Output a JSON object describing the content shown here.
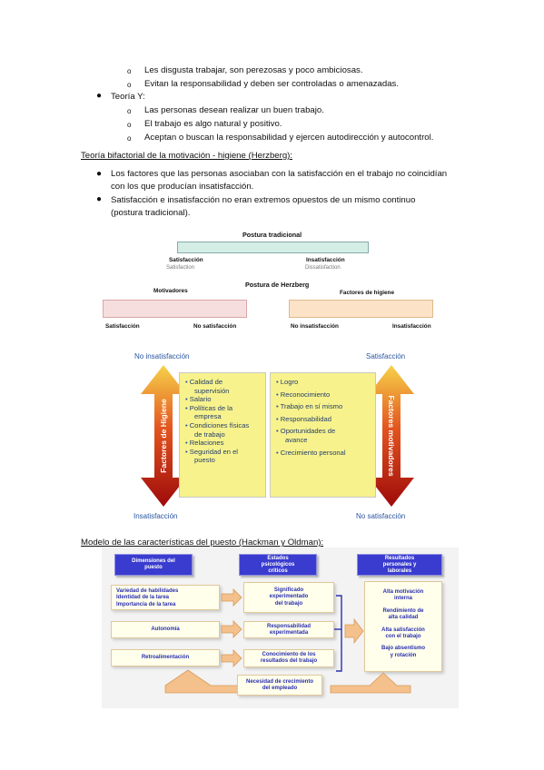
{
  "theory_x_bullets": [
    "Les disgusta trabajar, son perezosas y poco ambiciosas.",
    "Evitan la responsabilidad y deben ser controladas o amenazadas."
  ],
  "theory_y": {
    "label": "Teoría Y:",
    "items": [
      "Las personas desean realizar un buen trabajo.",
      "El trabajo es algo natural y positivo.",
      "Aceptan o buscan la responsabilidad y ejercen autodirección y autocontrol."
    ]
  },
  "herzberg_section": {
    "heading": "Teoría bifactorial de la motivación - higiene (Herzberg):",
    "bullets": [
      [
        "Los factores que las personas asociaban con la satisfacción en el trabajo no coincidían",
        "con los que producían insatisfacción."
      ],
      [
        "Satisfacción e insatisfacción no eran extremos opuestos de un mismo continuo",
        "(postura tradicional)."
      ]
    ]
  },
  "herzberg_diagram": {
    "traditional_title": "Postura tradicional",
    "trad_left": "Satisfacción",
    "trad_left_sub": "Satisfaction",
    "trad_right": "Insatisfacción",
    "trad_right_sub": "Dissatisfaction",
    "herzberg_title": "Postura de Herzberg",
    "motivators_title": "Motivadores",
    "hygiene_title": "Factores de higiene",
    "mot_left": "Satisfacción",
    "mot_right": "No satisfacción",
    "hyg_left": "No insatisfacción",
    "hyg_right": "Insatisfacción",
    "colors": {
      "traditional": "#d4eee6",
      "motivators": "#f7dede",
      "hygiene": "#fce3c7"
    }
  },
  "factors_diagram": {
    "top_left": "No insatisfacción",
    "top_right": "Satisfacción",
    "bottom_left": "Insatisfacción",
    "bottom_right": "No satisfacción",
    "left_vertical": "Factores de Higiene",
    "right_vertical": "Factores motivadores",
    "hygiene_items": [
      [
        "Calidad de",
        "supervisión"
      ],
      [
        "Salario"
      ],
      [
        "Políticas de la",
        "empresa"
      ],
      [
        "Condiciones físicas",
        "de trabajo"
      ],
      [
        "Relaciones"
      ],
      [
        "Seguridad en el",
        "puesto"
      ]
    ],
    "motivator_items": [
      [
        "Logro"
      ],
      [
        "Reconocimiento"
      ],
      [
        "Trabajo en sí mismo"
      ],
      [
        "Responsabilidad"
      ],
      [
        "Oportunidades de",
        "avance"
      ],
      [
        "Crecimiento personal"
      ]
    ]
  },
  "hackman_section": {
    "heading": "Modelo de las características del puesto (Hackman y Oldman):",
    "col_heads": [
      [
        "Dimensiones del",
        "puesto"
      ],
      [
        "Estados",
        "psicológicos",
        "críticos"
      ],
      [
        "Resultados",
        "personales y",
        "laborales"
      ]
    ],
    "dim_box1": [
      "Variedad de habilidades",
      "Identidad de la tarea",
      "Importancia de la tarea"
    ],
    "dim_box2": [
      "Autonomía"
    ],
    "dim_box3": [
      "Retroalimentación"
    ],
    "state_box1": [
      "Significado",
      "experimentado",
      "del trabajo"
    ],
    "state_box2": [
      "Responsabilidad",
      "experimentada"
    ],
    "state_box3": [
      "Conocimiento de los",
      "resultados del trabajo"
    ],
    "results": [
      [
        "Alta motivación",
        "interna"
      ],
      [
        "Rendimiento de",
        "alta calidad"
      ],
      [
        "Alta satisfacción",
        "con el trabajo"
      ],
      [
        "Bajo absentismo",
        "y rotación"
      ]
    ],
    "growth": [
      "Necesidad de crecimiento",
      "del empleado"
    ]
  }
}
